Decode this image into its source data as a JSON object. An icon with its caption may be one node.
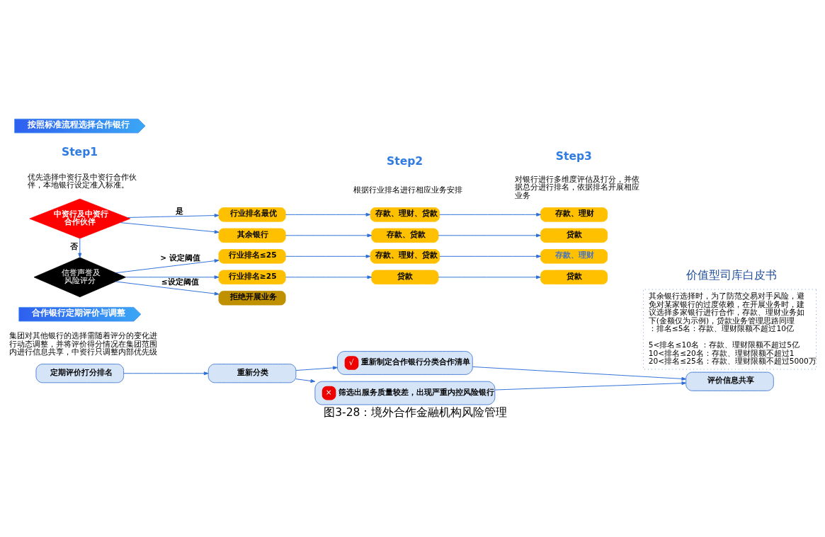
{
  "diagram": {
    "caption": "图3-28：境外合作金融机构风险管理",
    "nodes": [
      {
        "text": [
          "按照标准流程选择合作银行"
        ]
      },
      {
        "text": [
          "中资行及中资行合作伙伴"
        ]
      },
      {
        "text": [
          "行业排名最优"
        ]
      },
      {
        "text": [
          "存款、理财、贷款"
        ]
      },
      {
        "text": [
          "存款、理财"
        ]
      },
      {
        "text": [
          "其余银行选择时，为了防范交易对手风险，避免对某家银行的过度依赖，在开展业务时，建议选择多家银行进行合作，存款、理财业务如下(金额仅为示例)，贷款业务管理思路同理：排名≤5名：存款、理财限额不超过10亿",
          "5<排名≤10名 ：存款、理财限额不超过5亿",
          "10<排名≤20名：存款、理财限额不超过1",
          "20<排名≤25名：存款、理财限额不超过5000万"
        ]
      },
      {
        "text": [
          "其余银行"
        ]
      },
      {
        "text": [
          "存款、贷款"
        ]
      },
      {
        "text": [
          "贷款"
        ]
      },
      {
        "text": [
          "信誉声誉及风险评分"
        ]
      },
      {
        "text": [
          "行业排名≤25"
        ]
      },
      {
        "text": [
          "存款、理财、贷款"
        ]
      },
      {
        "text": [
          "存款、理财"
        ]
      },
      {
        "text": [
          "行业排名≥25"
        ]
      },
      {
        "text": [
          "贷款"
        ]
      },
      {
        "text": [
          "贷款"
        ]
      },
      {
        "text": [
          "拒绝开展业务"
        ]
      },
      {
        "text": [
          "合作银行定期评价与调整"
        ]
      },
      {
        "text": [
          "定期评价打分排名"
        ]
      },
      {
        "text": [
          "重新分类"
        ]
      },
      {
        "text": [
          "√",
          "重新制定合作银行分类合作清单"
        ]
      },
      {
        "text": [
          "×",
          "筛选出服务质量较差，出现严重内控风险银行"
        ]
      },
      {
        "text": [
          "评价信息共享"
        ]
      }
    ],
    "edges": [
      {
        "from": 1,
        "to": 2,
        "arrow": "to",
        "label": "是"
      },
      {
        "from": 1,
        "to": 6,
        "arrow": "to"
      },
      {
        "from": 1,
        "to": 9,
        "arrow": "to",
        "label": "否"
      },
      {
        "from": 9,
        "to": 10,
        "arrow": "to",
        "label": "> 设定阈值"
      },
      {
        "from": 9,
        "to": 13,
        "arrow": "to"
      },
      {
        "from": 9,
        "to": 16,
        "arrow": "to",
        "label": "≤设定阈值"
      },
      {
        "from": 2,
        "to": 3,
        "arrow": "to"
      },
      {
        "from": 6,
        "to": 7,
        "arrow": "to"
      },
      {
        "from": 10,
        "to": 11,
        "arrow": "to"
      },
      {
        "from": 13,
        "to": 14,
        "arrow": "to"
      },
      {
        "from": 3,
        "to": 4,
        "arrow": "to"
      },
      {
        "from": 7,
        "to": 8,
        "arrow": "to"
      },
      {
        "from": 11,
        "to": 12,
        "arrow": "to"
      },
      {
        "from": 14,
        "to": 15,
        "arrow": "to"
      },
      {
        "from": 18,
        "to": 19,
        "arrow": "to"
      },
      {
        "from": 19,
        "to": 20,
        "arrow": "to"
      },
      {
        "from": 19,
        "to": 21,
        "arrow": "to"
      },
      {
        "from": 20,
        "to": 22,
        "arrow": "to"
      },
      {
        "from": 21,
        "to": 22,
        "arrow": "to"
      }
    ],
    "labels": [
      "价值型司库白皮书",
      "Step1",
      "优先选择中资行及中资行合作伙伴，本地银行设定准入标准。",
      "Step2",
      "根据行业排名进行相应业务安排",
      "Step3",
      "对银行进行多维度评估及打分，并依据总分进行排名，依据排名开展相应业务",
      "集团对其他银行的选择需随着评分的变化进行动态调整，并将评价得分情况在集团范围内进行信息共享，中资行只调整内部优先级"
    ]
  }
}
